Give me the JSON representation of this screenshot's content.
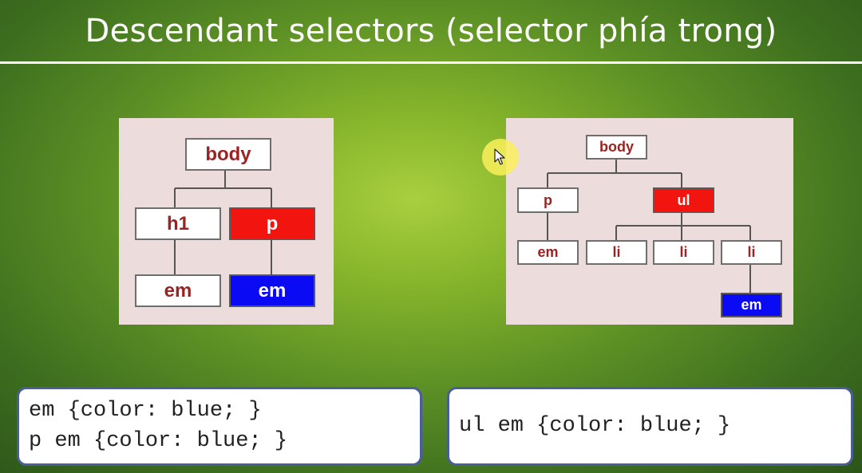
{
  "slide": {
    "title": "Descendant selectors (selector phía trong)"
  },
  "tree_left": {
    "body": "body",
    "h1": "h1",
    "p": "p",
    "em_under_h1": "em",
    "em_under_p": "em"
  },
  "tree_right": {
    "body": "body",
    "p": "p",
    "ul": "ul",
    "em_under_p": "em",
    "li_1": "li",
    "li_2": "li",
    "li_3": "li",
    "em_under_li": "em"
  },
  "code_left": {
    "line1": "em {color: blue; }",
    "line2": "p em {color: blue; }"
  },
  "code_right": {
    "line1": "ul em {color: blue; }"
  },
  "colors": {
    "highlight_red": "#f2140e",
    "highlight_blue": "#0a0af5",
    "node_text": "#9a2424",
    "panel_bg": "#ecdcdc"
  }
}
